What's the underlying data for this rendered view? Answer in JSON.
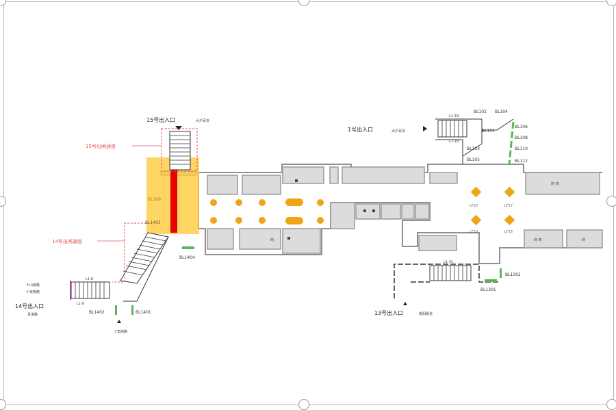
{
  "exits": {
    "exit15": "15号出入口",
    "exit15_sub": "大沪百货",
    "exit1": "1号出入口",
    "exit1_sub": "大沪百货",
    "exit14": "14号出入口",
    "exit14_sub": "青海路",
    "exit14_left1": "十山南路",
    "exit14_left2": "十安南路",
    "exit13": "13号出入口",
    "exit13_sub": "南阳街道"
  },
  "passages": {
    "p15": "15号出闸通道",
    "p14": "14号出闸通道",
    "bottom_road": "十角南路"
  },
  "codes": {
    "bl102": "BL102",
    "bl104": "BL104",
    "bl101": "BL101",
    "bl103": "BL103",
    "bl105": "BL105",
    "bl106": "BL106",
    "bl108": "BL108",
    "bl110": "BL110",
    "bl112": "BL112",
    "bl109": "BL109",
    "bl1403": "BL1403",
    "bl1404": "BL1404",
    "bl1402": "BL1402",
    "bl1401": "BL1401",
    "bl1302": "BL1302",
    "bl1301": "BL1301",
    "lf20": "LF20",
    "lf17": "LF17",
    "lf19": "LF19",
    "lf16": "LF16",
    "l1_1a": "L1-1B",
    "l1_1b": "L1-1B",
    "l1_14": "L1-8",
    "l1_14b": "L1-8",
    "l1_13": "L1-31",
    "shop_a": "商 商",
    "shop_b": "商 商",
    "shop_c": "商",
    "shop_d": "商"
  },
  "colors": {
    "wall": "#9a9a9a",
    "room_fill": "#dcdcdc",
    "pillar": "#f0a418",
    "highlight": "#ffc830",
    "ad_red": "#e80000",
    "accent_line": "#e05050",
    "green": "#5ab45a",
    "purple": "#b040b0"
  }
}
